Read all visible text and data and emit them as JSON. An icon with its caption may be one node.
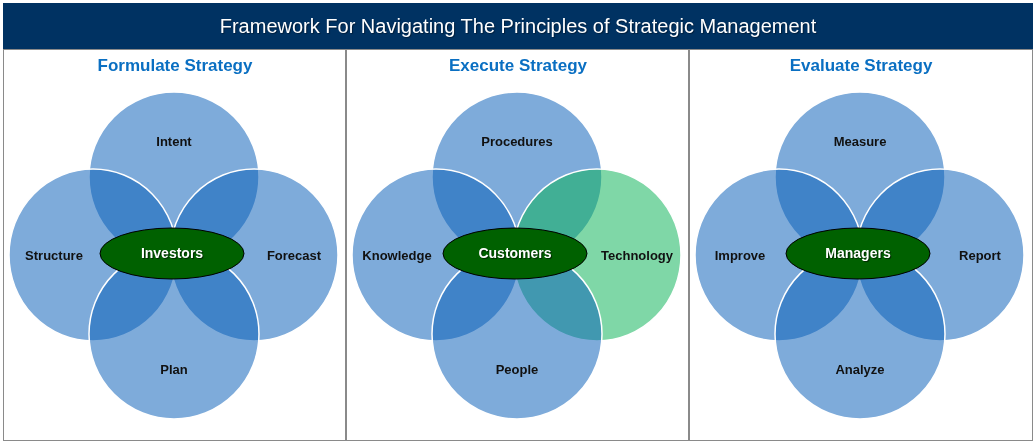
{
  "diagram": {
    "title": "Framework For Navigating The Principles of Strategic Management",
    "nodes": [
      {
        "text": [
          "Formulate Strategy"
        ]
      },
      {
        "text": [
          "Intent"
        ],
        "in": 0
      },
      {
        "text": [
          "Structure"
        ],
        "in": 0
      },
      {
        "text": [
          "Investors"
        ],
        "in": 0
      },
      {
        "text": [
          "Forecast"
        ],
        "in": 0
      },
      {
        "text": [
          "Plan"
        ],
        "in": 0
      },
      {
        "text": [
          "Execute Strategy"
        ]
      },
      {
        "text": [
          "Procedures"
        ],
        "in": 6
      },
      {
        "text": [
          "Knowledge"
        ],
        "in": 6
      },
      {
        "text": [
          "Customers"
        ],
        "in": 6
      },
      {
        "text": [
          "Technology"
        ],
        "in": 6
      },
      {
        "text": [
          "People"
        ],
        "in": 6
      },
      {
        "text": [
          "Evaluate Strategy"
        ]
      },
      {
        "text": [
          "Measure"
        ],
        "in": 12
      },
      {
        "text": [
          "Improve"
        ],
        "in": 12
      },
      {
        "text": [
          "Managers"
        ],
        "in": 12
      },
      {
        "text": [
          "Report"
        ],
        "in": 12
      },
      {
        "text": [
          "Analyze"
        ],
        "in": 12
      }
    ]
  }
}
